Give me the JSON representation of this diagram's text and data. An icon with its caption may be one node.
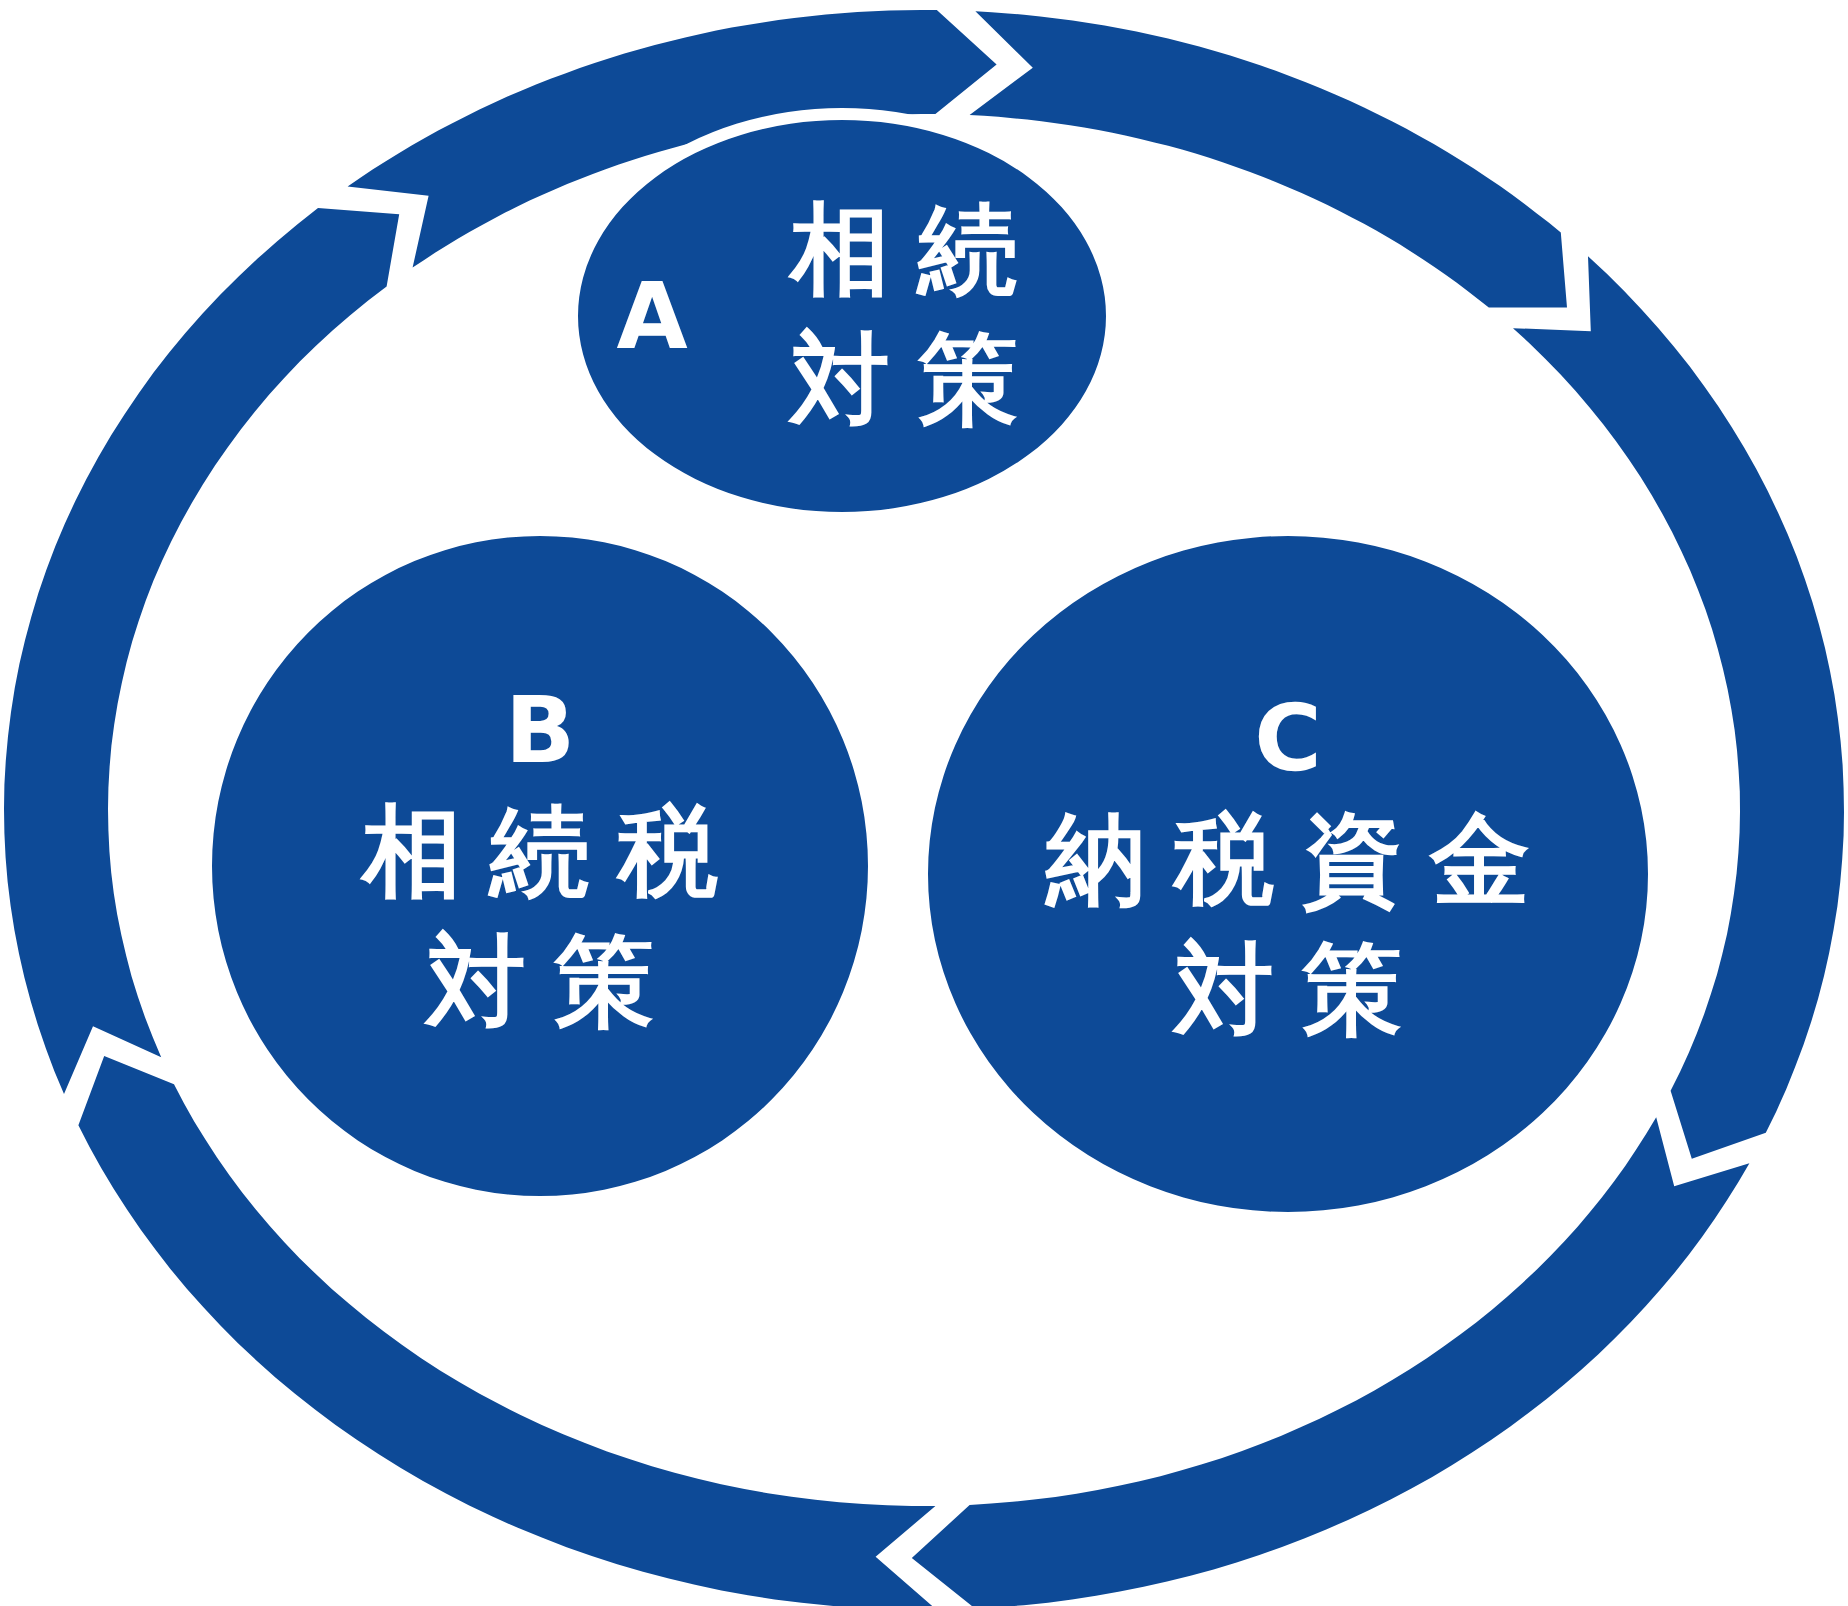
{
  "diagram": {
    "nodes": [
      {
        "text": [
          "A",
          "相続対策"
        ]
      },
      {
        "text": [
          "B",
          "相続税対策"
        ]
      },
      {
        "text": [
          "C",
          "納税資金対策"
        ]
      }
    ]
  }
}
